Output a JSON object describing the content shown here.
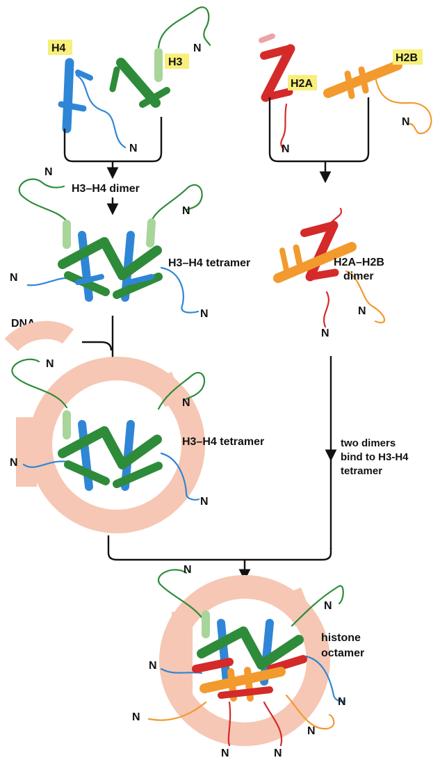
{
  "colors": {
    "h3": "#2e8b3a",
    "h3_light": "#a8d59a",
    "h4": "#2f86d6",
    "h2a": "#d42a2a",
    "h2b": "#f29a2e",
    "dna": "#f6c7b4",
    "tag": "#f7ef7a"
  },
  "labels": {
    "h4": "H4",
    "h3": "H3",
    "h2a": "H2A",
    "h2b": "H2B",
    "n": "N",
    "h3h4_dimer": "H3–H4 dimer",
    "h3h4_tetramer": "H3–H4 tetramer",
    "h2a_h2b_dimer_line1": "H2A–H2B",
    "h2a_h2b_dimer_line2": "dimer",
    "dna": "DNA",
    "h3h4_tetramer_dna": "H3–H4 tetramer",
    "two_dimers_line1": "two dimers",
    "two_dimers_line2": "bind to H3-H4",
    "two_dimers_line3": "tetramer",
    "octamer_line1": "histone",
    "octamer_line2": "octamer"
  }
}
